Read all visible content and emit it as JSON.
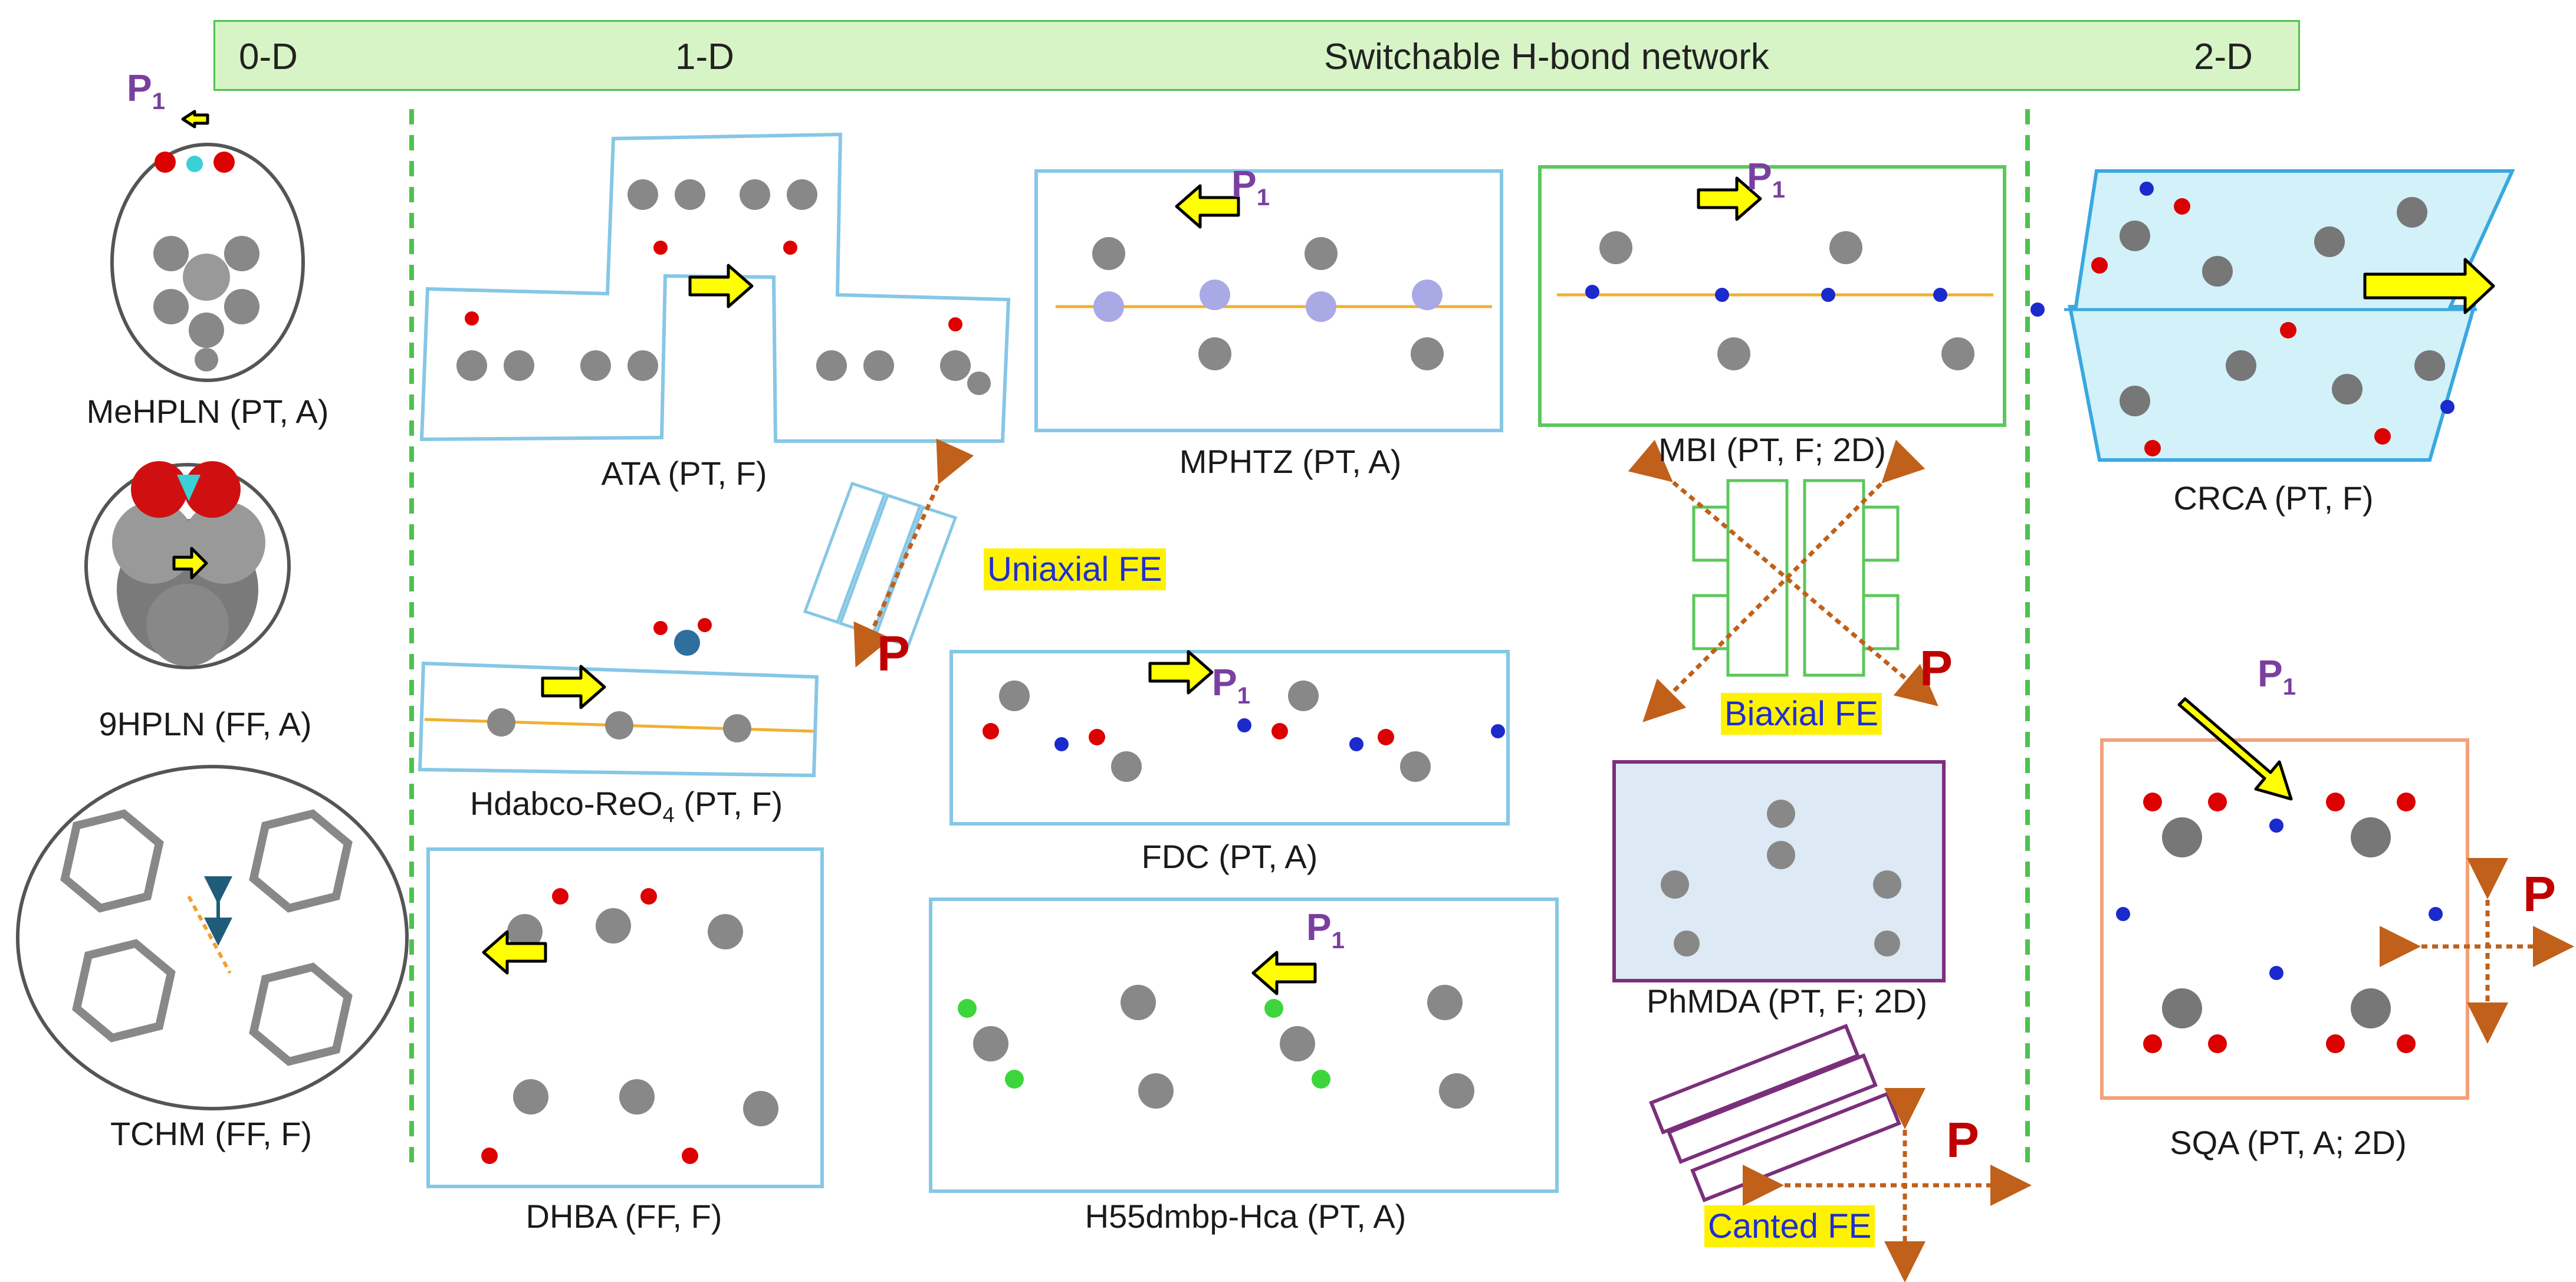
{
  "banner": {
    "left": "0-D",
    "mid": "1-D",
    "title": "Switchable H-bond network",
    "right": "2-D"
  },
  "compounds": {
    "mehpln": "MeHPLN (PT, A)",
    "ninehpln": "9HPLN (FF, A)",
    "tchm": "TCHM (FF, F)",
    "ata": "ATA (PT, F)",
    "hdabco": "Hdabco-ReO",
    "hdabco_sub": "4",
    "hdabco_tail": " (PT, F)",
    "dhba": "DHBA (FF, F)",
    "mphtz": "MPHTZ (PT, A)",
    "fdc": "FDC (PT, A)",
    "h55": "H55dmbp-Hca (PT, A)",
    "mbi": "MBI (PT, F; 2D)",
    "phmda": "PhMDA (PT, F; 2D)",
    "crca": "CRCA (PT, F)",
    "sqa": "SQA (PT, A; 2D)"
  },
  "fe_labels": {
    "uniaxial": "Uniaxial FE",
    "biaxial": "Biaxial FE",
    "canted": "Canted FE"
  },
  "polar": {
    "p": "P",
    "p1": "P",
    "p1_sub": "1"
  },
  "colors": {
    "banner_fill": "#d7f4c6",
    "banner_border": "#4fc14f",
    "divider": "#4fc14f",
    "box_blue": "#86c7e6",
    "box_green": "#5cc75c",
    "box_purple": "#7b2f7b",
    "box_orange": "#f2a27a",
    "arrow_yellow": "#ffff00",
    "polar_red": "#c00000",
    "p1_purple": "#7a3fa0",
    "fe_text": "#1f2fd0",
    "fe_highlight": "#fff200"
  }
}
